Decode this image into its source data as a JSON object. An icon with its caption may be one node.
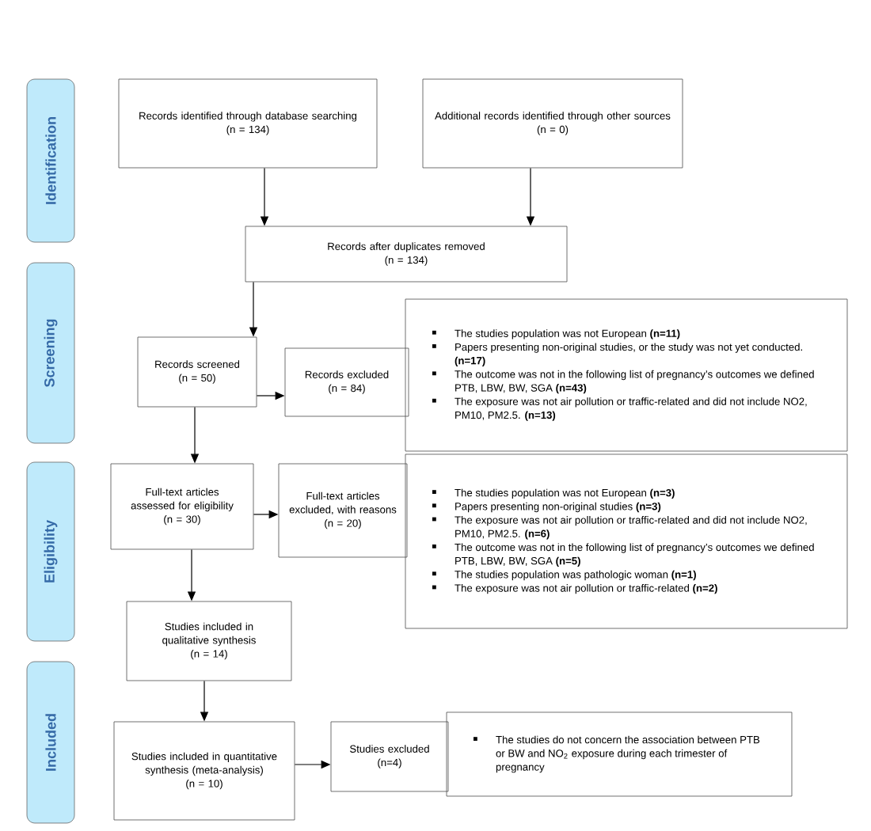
{
  "diagram": {
    "nodes": [
      {
        "text": [
          "Identification"
        ]
      },
      {
        "text": [
          "Screening"
        ]
      },
      {
        "text": [
          "Eligibility"
        ]
      },
      {
        "text": [
          "Included"
        ]
      },
      {
        "text": [
          "Records identified through database searching",
          "(n = 134)"
        ]
      },
      {
        "text": [
          "Additional records identified through other sources",
          "(n = 0)"
        ]
      },
      {
        "text": [
          "Records after duplicates removed",
          "(n = 134)"
        ]
      },
      {
        "text": [
          "Records screened",
          "(n = 50)"
        ]
      },
      {
        "text": [
          "Records excluded",
          "(n = 84)"
        ]
      },
      {
        "text": [
          "The studies population was not European **(n=11)**",
          "Papers presenting non-original studies, or the study was not yet conducted. **(n=17)**",
          "The outcome was not in the following list of pregnancy’s outcomes we defined PTB, LBW, BW, SGA **(n=43)**",
          "The exposure was not air pollution or traffic-related and did not include NO2, PM10, PM2.5. **(n=13)**"
        ]
      },
      {
        "text": [
          "Full-text articles assessed for eligibility",
          "(n = 30)"
        ]
      },
      {
        "text": [
          "Full-text articles excluded, with reasons",
          "(n = 20)"
        ]
      },
      {
        "text": [
          "The studies population was not European **(n=3)**",
          "Papers presenting non-original studies **(n=3)**",
          "The exposure was not air pollution or traffic-related and did not include NO2, PM10, PM2.5. **(n=6)**",
          "The outcome was not in the following list of pregnancy’s outcomes we defined PTB, LBW, BW, SGA **(n=5)**",
          "The studies population was pathologic woman **(n=1)**",
          "The exposure was not air pollution or traffic-related **(n=2)**"
        ]
      },
      {
        "text": [
          "Studies included in qualitative synthesis",
          "(n = 14)"
        ]
      },
      {
        "text": [
          "Studies included in quantitative synthesis (meta-analysis)",
          "(n = 10)"
        ]
      },
      {
        "text": [
          "Studies excluded",
          "(n=4)"
        ]
      },
      {
        "text": [
          "The studies do not concern the association between PTB or BW and NO$_{2}$ exposure during each trimester of pregnancy"
        ]
      }
    ],
    "edges": [
      {
        "from": 4,
        "to": 6,
        "arrow": "to"
      },
      {
        "from": 5,
        "to": 6,
        "arrow": "to"
      },
      {
        "from": 6,
        "to": 7,
        "arrow": "to"
      },
      {
        "from": 7,
        "to": 8,
        "arrow": "to"
      },
      {
        "from": 7,
        "to": 10,
        "arrow": "to"
      },
      {
        "from": 10,
        "to": 11,
        "arrow": "to"
      },
      {
        "from": 10,
        "to": 13,
        "arrow": "to"
      },
      {
        "from": 13,
        "to": 14,
        "arrow": "to"
      },
      {
        "from": 14,
        "to": 15,
        "arrow": "to"
      }
    ]
  }
}
